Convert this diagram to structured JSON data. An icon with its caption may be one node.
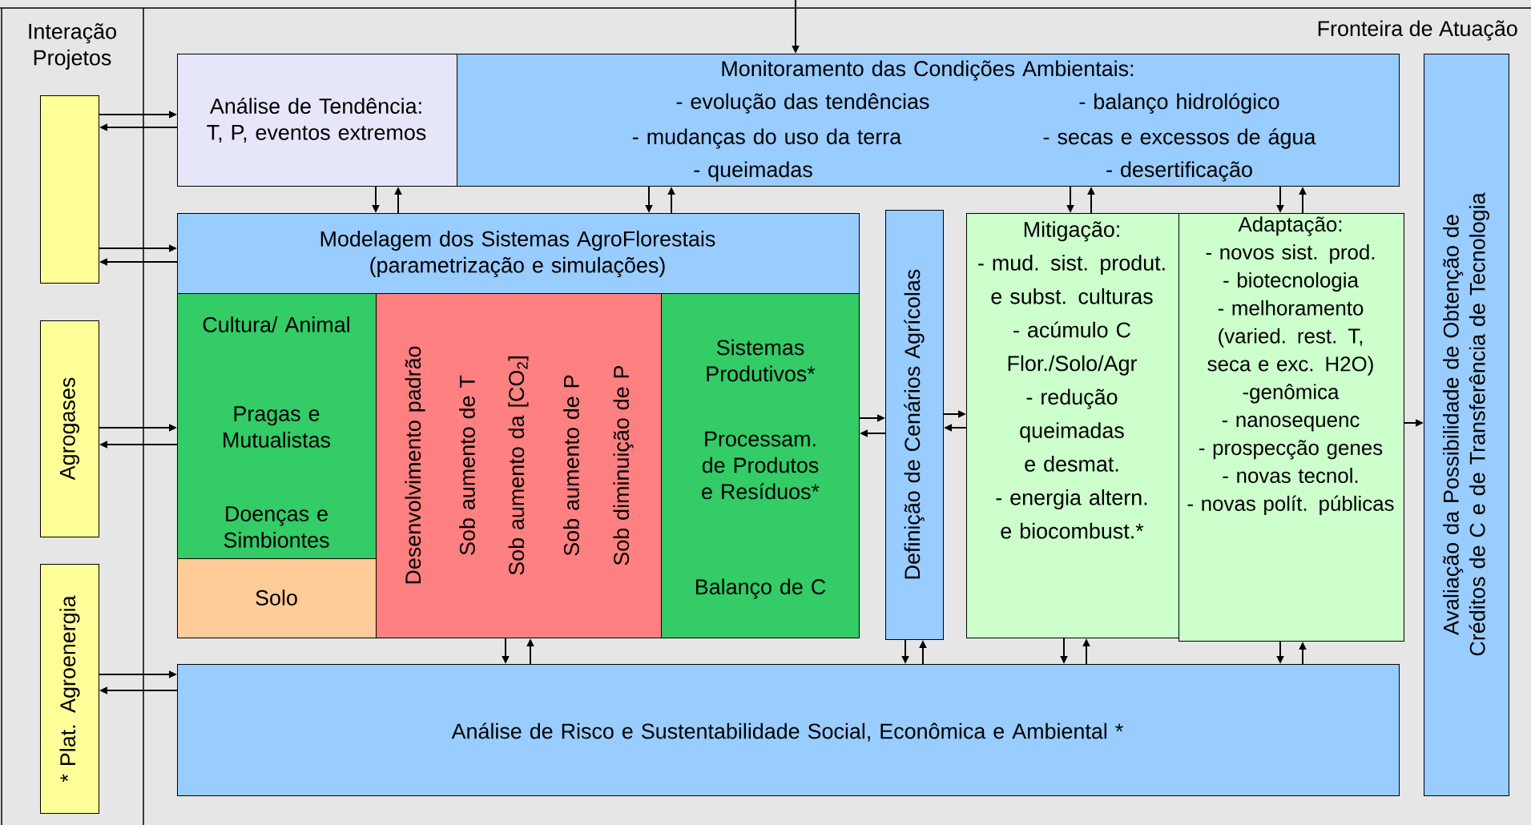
{
  "diagram": {
    "nodes": [
      {
        "text": [
          "Análise de Tendência: T, P, eventos extremos"
        ]
      },
      {
        "text": [
          "Monitoramento das Condições Ambientais:",
          "- evolução das tendências",
          "- mudanças do uso da terra",
          "- queimadas",
          "- balanço hidrológico",
          "- secas e excessos de água",
          "- desertificação"
        ]
      },
      {
        "text": [
          "Modelagem dos Sistemas AgroFlorestais (parametrização e simulações)"
        ]
      },
      {
        "text": [
          "Cultura/ Animal",
          "Pragas e Mutualistas",
          "Doenças e Simbiontes"
        ]
      },
      {
        "text": [
          "Solo"
        ]
      },
      {
        "text": [
          "Desenvolvimento padrão",
          "Sob aumento de T",
          "Sob aumento da [CO$_{2}$]",
          "Sob aumento de P",
          "Sob diminuição de P"
        ]
      },
      {
        "text": [
          "Sistemas Produtivos*",
          "Processam. de Produtos e Resíduos*",
          "Balanço de C"
        ]
      },
      {
        "text": [
          "Definição de Cenários Agrícolas"
        ]
      },
      {
        "text": [
          "Mitigação:",
          "- mud. sist. produt. e subst. culturas",
          "- acúmulo C Flor./Solo/Agr",
          "- redução queimadas e desmat.",
          "- energia altern. e biocombust.*"
        ]
      },
      {
        "text": [
          "Adaptação:",
          "- novos sist. prod.",
          "- biotecnologia",
          "- melhoramento (varied. rest. T, seca e exc. H2O)",
          "-genômica",
          "- nanosequenc",
          "- prospecção genes",
          "- novas tecnol.",
          "- novas polít. públicas"
        ]
      },
      {
        "text": [
          "Análise de Risco e Sustentabilidade Social, Econômica e Ambiental *"
        ]
      },
      {
        "text": [
          "Avaliação da Possibilidade de Obtenção de Créditos de C e de Transferência de Tecnologia"
        ]
      },
      {
        "text": [],
        "shape": "box"
      },
      {
        "text": [
          "Agrogases"
        ]
      },
      {
        "text": [
          "* Plat. Agroenergia"
        ]
      }
    ],
    "edges": [
      {
        "from": 12,
        "to": 0,
        "arrow": "to"
      },
      {
        "from": 0,
        "to": 12,
        "arrow": "to"
      },
      {
        "from": 12,
        "to": 2,
        "arrow": "to"
      },
      {
        "from": 2,
        "to": 12,
        "arrow": "to"
      },
      {
        "from": 13,
        "to": 3,
        "arrow": "to"
      },
      {
        "from": 3,
        "to": 13,
        "arrow": "to"
      },
      {
        "from": 14,
        "to": 10,
        "arrow": "to"
      },
      {
        "from": 10,
        "to": 14,
        "arrow": "to"
      },
      {
        "from": 0,
        "to": 2,
        "arrow": "to"
      },
      {
        "from": 2,
        "to": 0,
        "arrow": "to"
      },
      {
        "from": 1,
        "to": 2,
        "arrow": "to"
      },
      {
        "from": 2,
        "to": 1,
        "arrow": "to"
      },
      {
        "from": 1,
        "to": 8,
        "arrow": "to"
      },
      {
        "from": 8,
        "to": 1,
        "arrow": "to"
      },
      {
        "from": 1,
        "to": 9,
        "arrow": "to"
      },
      {
        "from": 9,
        "to": 1,
        "arrow": "to"
      },
      {
        "from": 5,
        "to": 10,
        "arrow": "to"
      },
      {
        "from": 10,
        "to": 5,
        "arrow": "to"
      },
      {
        "from": 7,
        "to": 10,
        "arrow": "to"
      },
      {
        "from": 10,
        "to": 7,
        "arrow": "to"
      },
      {
        "from": 8,
        "to": 10,
        "arrow": "to"
      },
      {
        "from": 10,
        "to": 8,
        "arrow": "to"
      },
      {
        "from": 9,
        "to": 10,
        "arrow": "to"
      },
      {
        "from": 10,
        "to": 9,
        "arrow": "to"
      },
      {
        "from": 6,
        "to": 7,
        "arrow": "to"
      },
      {
        "from": 7,
        "to": 6,
        "arrow": "to"
      },
      {
        "from": 7,
        "to": 8,
        "arrow": "to"
      },
      {
        "from": 8,
        "to": 7,
        "arrow": "to"
      },
      {
        "from": 9,
        "to": 11,
        "arrow": "to"
      },
      {
        "from": null,
        "to": 1,
        "arrow": "to"
      }
    ],
    "labels": [
      "Interação Projetos",
      "Fronteira de Atuação"
    ]
  }
}
